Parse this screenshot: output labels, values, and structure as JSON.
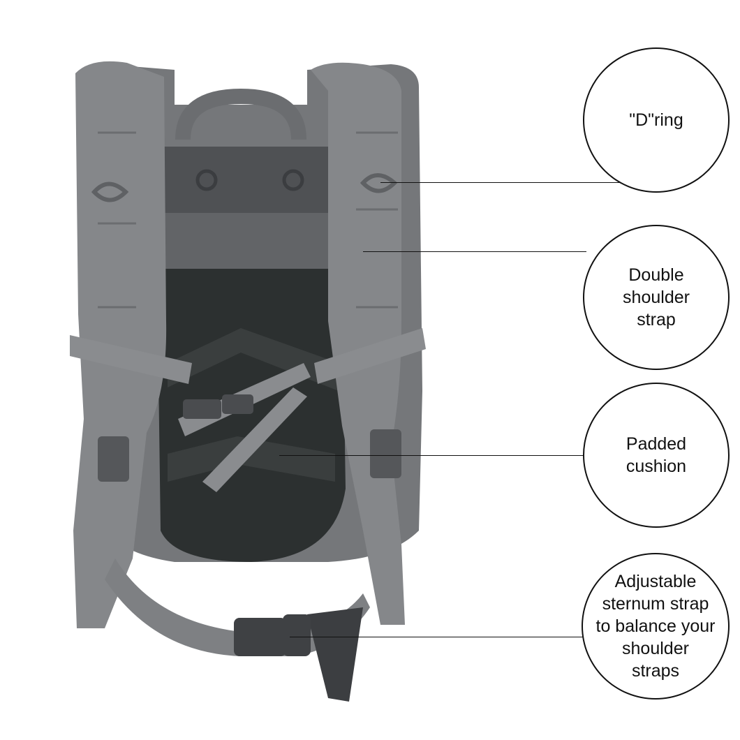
{
  "product": {
    "description": "Grey tactical backpack, rear view showing shoulder straps, mesh back panel and sternum strap",
    "colors": {
      "body": "#7a7c7f",
      "strap": "#8d8f92",
      "strap_dark": "#5f6164",
      "mesh": "#2c3030",
      "background": "#ffffff"
    }
  },
  "callouts": [
    {
      "id": "d-ring",
      "label": "\"D\"ring"
    },
    {
      "id": "double-shoulder-strap",
      "label": "Double\nshoulder\nstrap"
    },
    {
      "id": "padded-cushion",
      "label": "Padded\ncushion"
    },
    {
      "id": "sternum-strap",
      "label": "Adjustable\nsternum strap\nto balance your\nshoulder\nstraps"
    }
  ]
}
